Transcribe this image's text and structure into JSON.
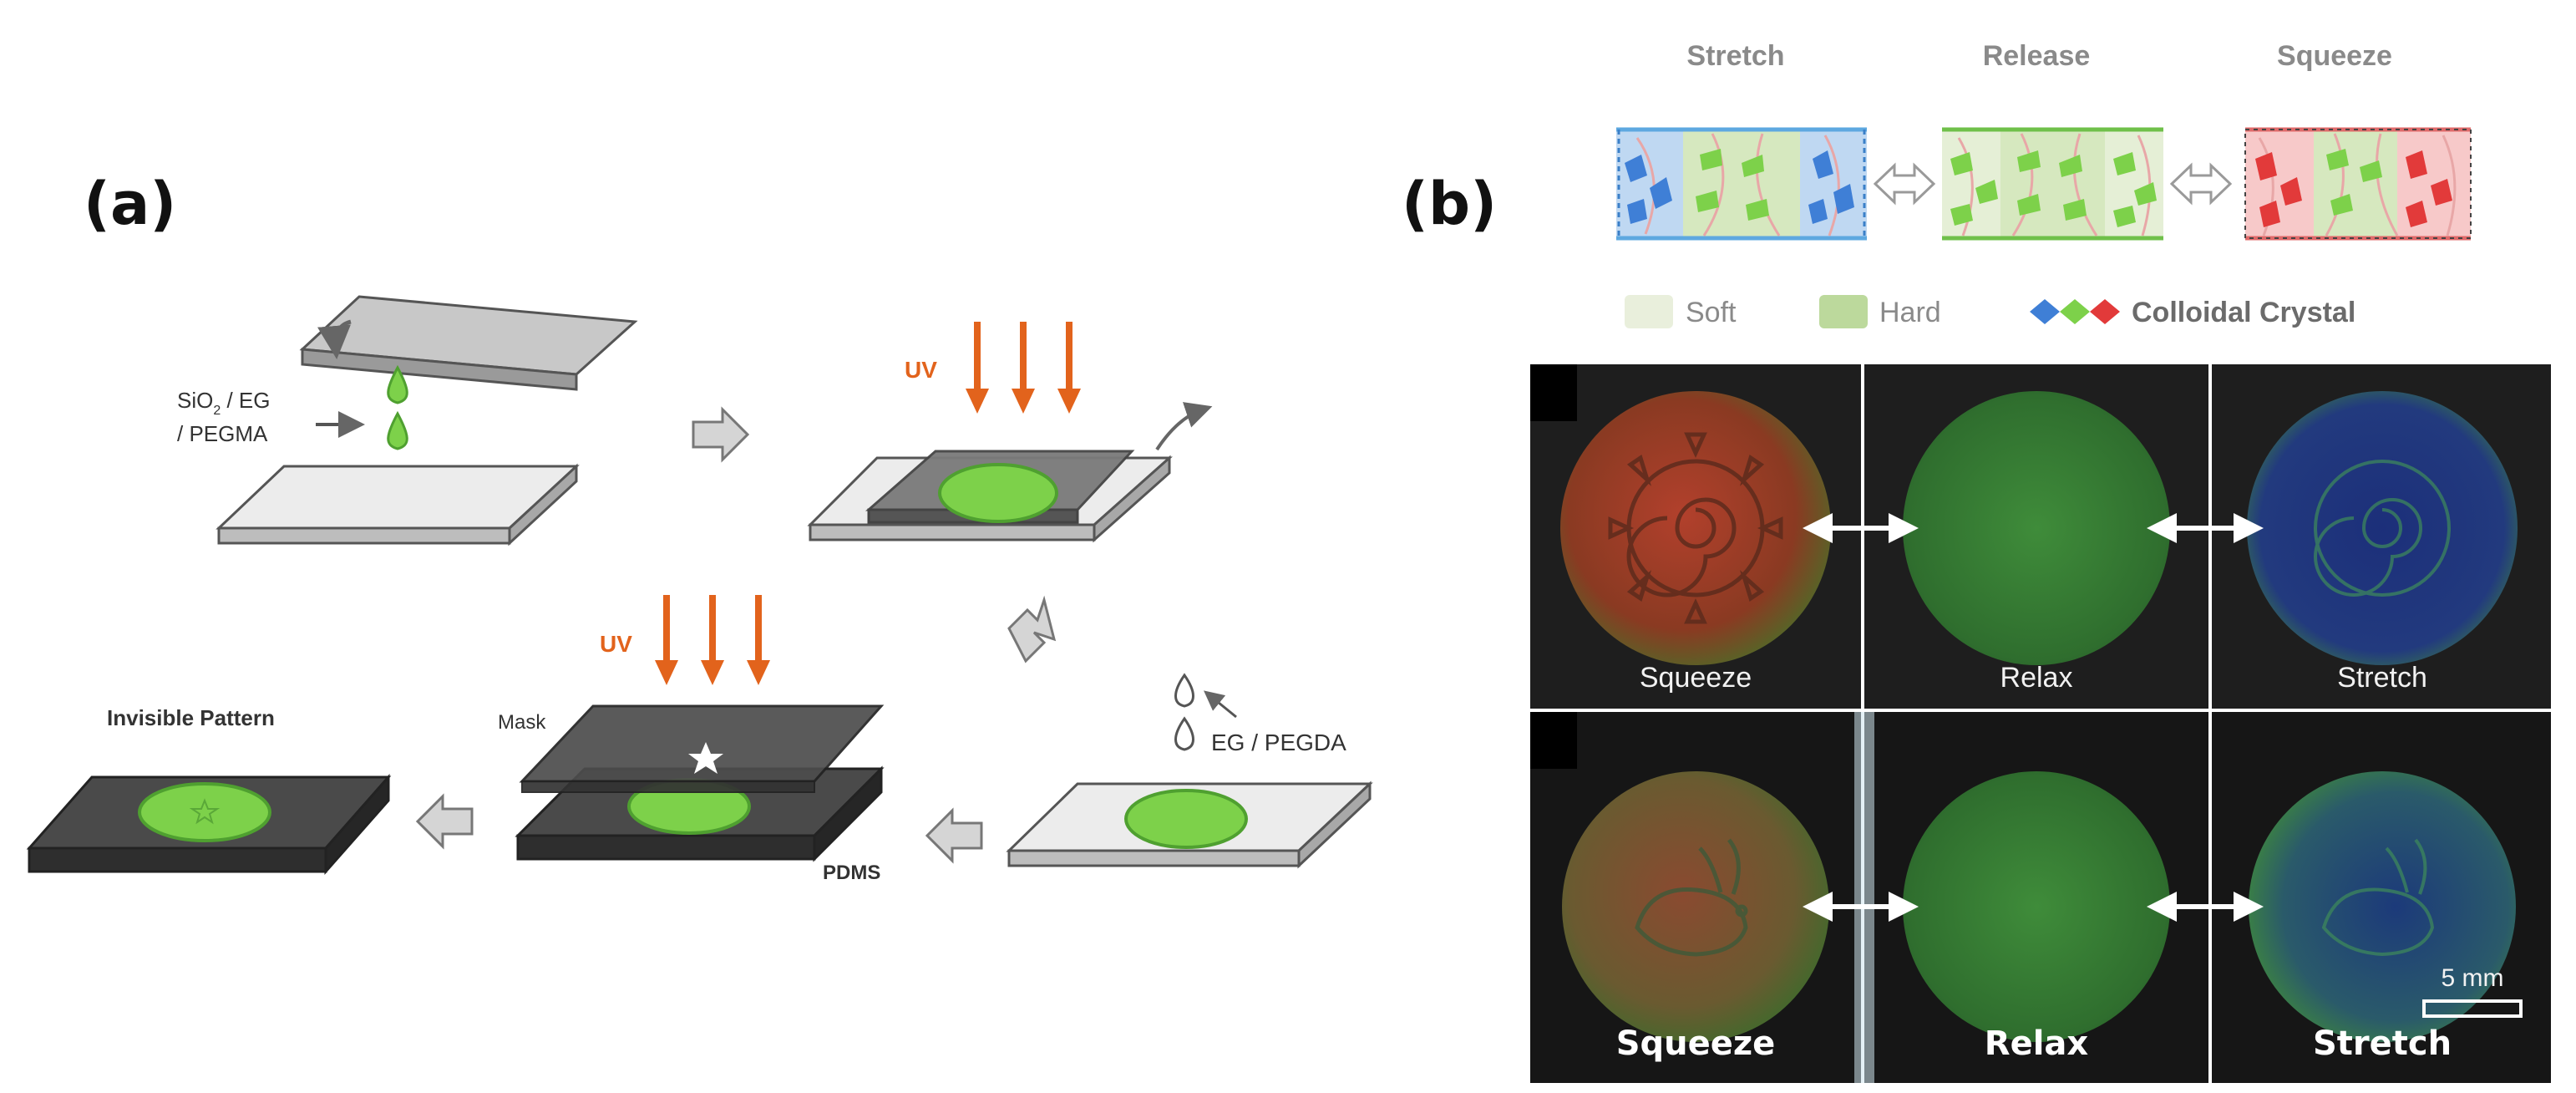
{
  "panel_a": {
    "label": "(a)",
    "step1": {
      "reagent_line1": "SiO",
      "reagent_sub": "2",
      "reagent_line1_rest": " / EG",
      "reagent_line2": "/ PEGMA"
    },
    "uv_label_1": "UV",
    "uv_label_2": "UV",
    "step3": {
      "reagent": "EG / PEGDA"
    },
    "mask_label": "Mask",
    "pdms_label": "PDMS",
    "invisible_label": "Invisible Pattern"
  },
  "panel_b": {
    "label": "(b)",
    "states": [
      "Stretch",
      "Release",
      "Squeeze"
    ],
    "legend": {
      "soft": "Soft",
      "hard": "Hard",
      "crystal": "Colloidal Crystal"
    },
    "row1": [
      "Squeeze",
      "Relax",
      "Stretch"
    ],
    "row2": [
      "Squeeze",
      "Relax",
      "Stretch"
    ],
    "scale": "5 mm"
  },
  "colors": {
    "uv_orange": "#e2631c",
    "green": "#7dd14a",
    "blue": "#3f7fd6",
    "red": "#e23a3a",
    "slide_gray": "#d9d9d9",
    "dark_plate": "#3c3c3c"
  }
}
